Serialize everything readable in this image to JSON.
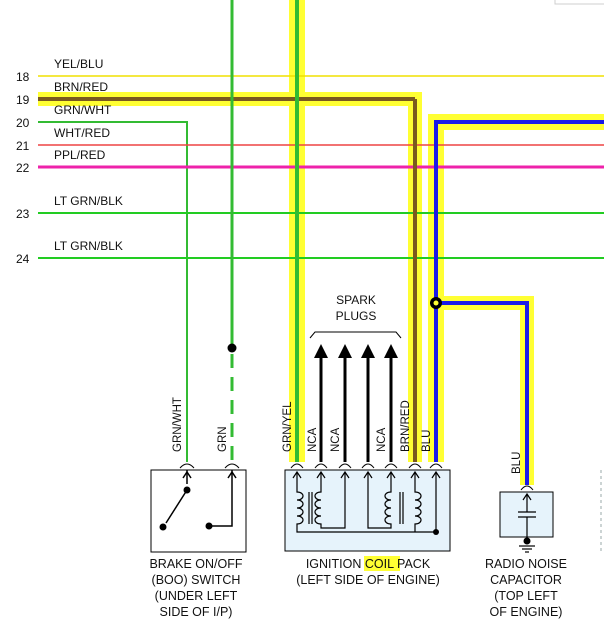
{
  "wires": [
    {
      "circuit": "18",
      "label": "YEL/BLU",
      "color": "#f0e000"
    },
    {
      "circuit": "19",
      "label": "BRN/RED",
      "color": "#7a5a1e"
    },
    {
      "circuit": "20",
      "label": "GRN/WHT",
      "color": "#33bb33"
    },
    {
      "circuit": "21",
      "label": "WHT/RED",
      "color": "#ee4444"
    },
    {
      "circuit": "22",
      "label": "PPL/RED",
      "color": "#ee22aa"
    },
    {
      "circuit": "23",
      "label": "LT GRN/BLK",
      "color": "#22cc22"
    },
    {
      "circuit": "24",
      "label": "LT GRN/BLK",
      "color": "#22cc22"
    }
  ],
  "spark_plugs_label": [
    "SPARK",
    "PLUGS"
  ],
  "vertical_labels": {
    "grn_wht": "GRN/WHT",
    "grn": "GRN",
    "grn_yel": "GRN/YEL",
    "nca_1": "NCA",
    "nca_2": "NCA",
    "nca_3": "NCA",
    "brn_red": "BRN/RED",
    "blu_coil": "BLU",
    "blu_cap": "BLU"
  },
  "components": {
    "boo_switch": [
      "BRAKE ON/OFF",
      "(BOO) SWITCH",
      "(UNDER LEFT",
      "SIDE OF I/P)"
    ],
    "coil_pack": {
      "line1_before": "IGNITION ",
      "line1_highlight": "COIL",
      "line1_after": " PACK",
      "line2": "(LEFT SIDE OF ENGINE)"
    },
    "capacitor": [
      "RADIO NOISE",
      "CAPACITOR",
      "(TOP LEFT",
      "OF ENGINE)"
    ]
  },
  "colors": {
    "highlight": "#ffff33",
    "blue_wire": "#1a1ae6",
    "brown_wire": "#7a5a1e",
    "green_wire": "#33bb33",
    "coil_fill": "#e6f3fb"
  }
}
